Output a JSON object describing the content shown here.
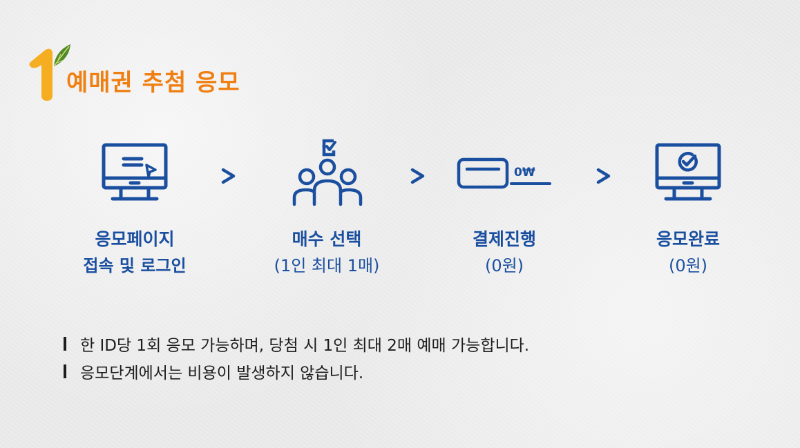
{
  "header": {
    "step_number": "1",
    "title": "예매권 추첨 응모",
    "number_color": "#f5ae22",
    "title_color": "#f07f12",
    "leaf_color": "#4f8a2b"
  },
  "steps": [
    {
      "icon": "monitor-cursor-icon",
      "label": "응모페이지",
      "sub": "접속 및 로그인",
      "sub_bold": true
    },
    {
      "icon": "people-checkbox-icon",
      "label": "매수 선택",
      "sub": "(1인 최대 1매)",
      "sub_bold": false
    },
    {
      "icon": "card-payment-icon",
      "label": "결제진행",
      "sub": "(0원)",
      "sub_bold": false,
      "icon_text": "0₩"
    },
    {
      "icon": "monitor-check-icon",
      "label": "응모완료",
      "sub": "(0원)",
      "sub_bold": false
    }
  ],
  "arrow_glyph": ">",
  "accent_color": "#1a4fa0",
  "notes": [
    "한 ID당 1회 응모 가능하며, 당첨 시 1인 최대 2매 예매 가능합니다.",
    "응모단계에서는 비용이 발생하지 않습니다."
  ]
}
